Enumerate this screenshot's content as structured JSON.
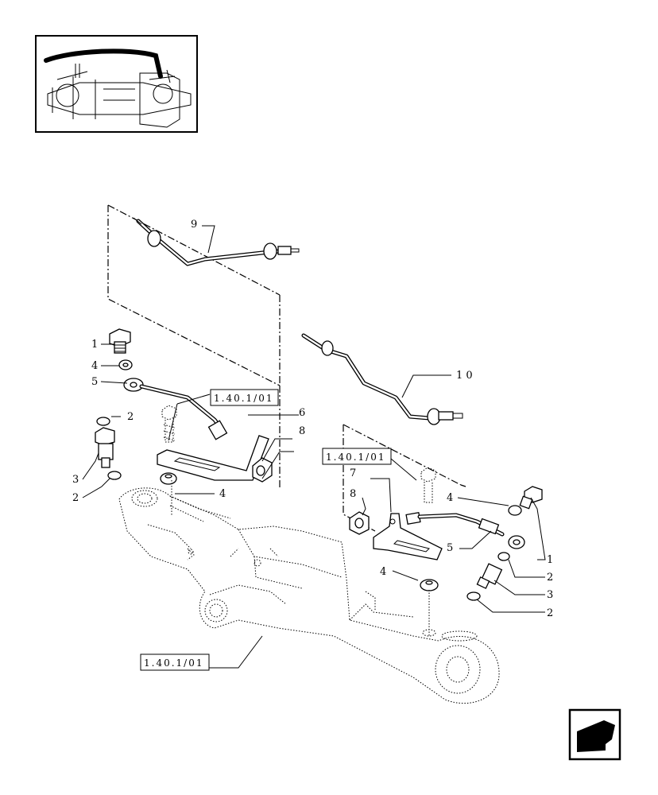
{
  "diagram": {
    "callouts": [
      {
        "id": "c1a",
        "text": "1"
      },
      {
        "id": "c4a",
        "text": "4"
      },
      {
        "id": "c5a",
        "text": "5"
      },
      {
        "id": "c2a",
        "text": "2"
      },
      {
        "id": "c3a",
        "text": "3"
      },
      {
        "id": "c2b",
        "text": "2"
      },
      {
        "id": "c4b",
        "text": "4"
      },
      {
        "id": "c6",
        "text": "6"
      },
      {
        "id": "c8a",
        "text": "8"
      },
      {
        "id": "c9",
        "text": "9"
      },
      {
        "id": "c10",
        "text": "1 0"
      },
      {
        "id": "c7",
        "text": "7"
      },
      {
        "id": "c8b",
        "text": "8"
      },
      {
        "id": "c4c",
        "text": "4"
      },
      {
        "id": "c4d",
        "text": "4"
      },
      {
        "id": "c5b",
        "text": "5"
      },
      {
        "id": "c1b",
        "text": "1"
      },
      {
        "id": "c2c",
        "text": "2"
      },
      {
        "id": "c3b",
        "text": "3"
      },
      {
        "id": "c2d",
        "text": "2"
      }
    ],
    "references": [
      {
        "id": "r1",
        "text": "1.40.1/01"
      },
      {
        "id": "r2",
        "text": "1.40.1/01"
      },
      {
        "id": "r3",
        "text": "1.40.1/01"
      }
    ]
  },
  "icons": {
    "thumbnail": "axle-thumbnail-icon",
    "corner": "page-turn-arrow-icon"
  }
}
